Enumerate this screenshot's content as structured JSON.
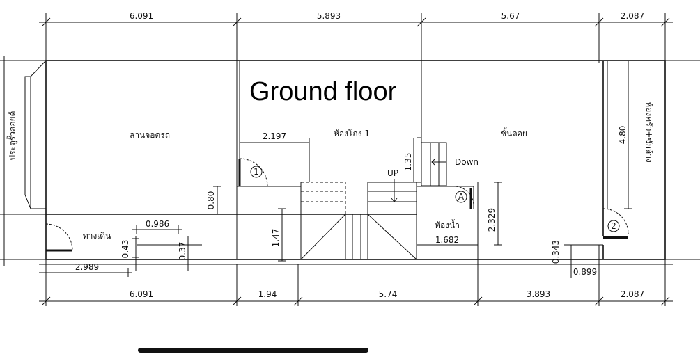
{
  "title": "Ground floor",
  "dimensions_top": [
    "6.091",
    "5.893",
    "5.67",
    "2.087"
  ],
  "dimensions_bottom": [
    "6.091",
    "1.94",
    "5.74",
    "3.893",
    "2.087"
  ],
  "dimensions_inner": {
    "d_2197": "2.197",
    "d_135": "1.35",
    "d_080": "0.80",
    "d_147": "1.47",
    "d_2329": "2.329",
    "d_1682": "1.682",
    "d_480": "4.80",
    "d_0986": "0.986",
    "d_043": "0.43",
    "d_037": "0.37",
    "d_2989": "2.989",
    "d_0343": "0.343",
    "d_0899": "0.899"
  },
  "rooms": {
    "parking": "ลานจอดรถ",
    "hall": "ห้องโถง 1",
    "mezzanine": "ชั้นลอย",
    "kitchen": "ห้องครัว+ซักล้าง",
    "gate": "ประตูรั้วลอยด์",
    "walkway": "ทางเดิน",
    "bathroom": "ห้องน้ำ"
  },
  "labels": {
    "up": "UP",
    "down": "Down"
  },
  "door_markers": [
    "1",
    "A",
    "2"
  ]
}
